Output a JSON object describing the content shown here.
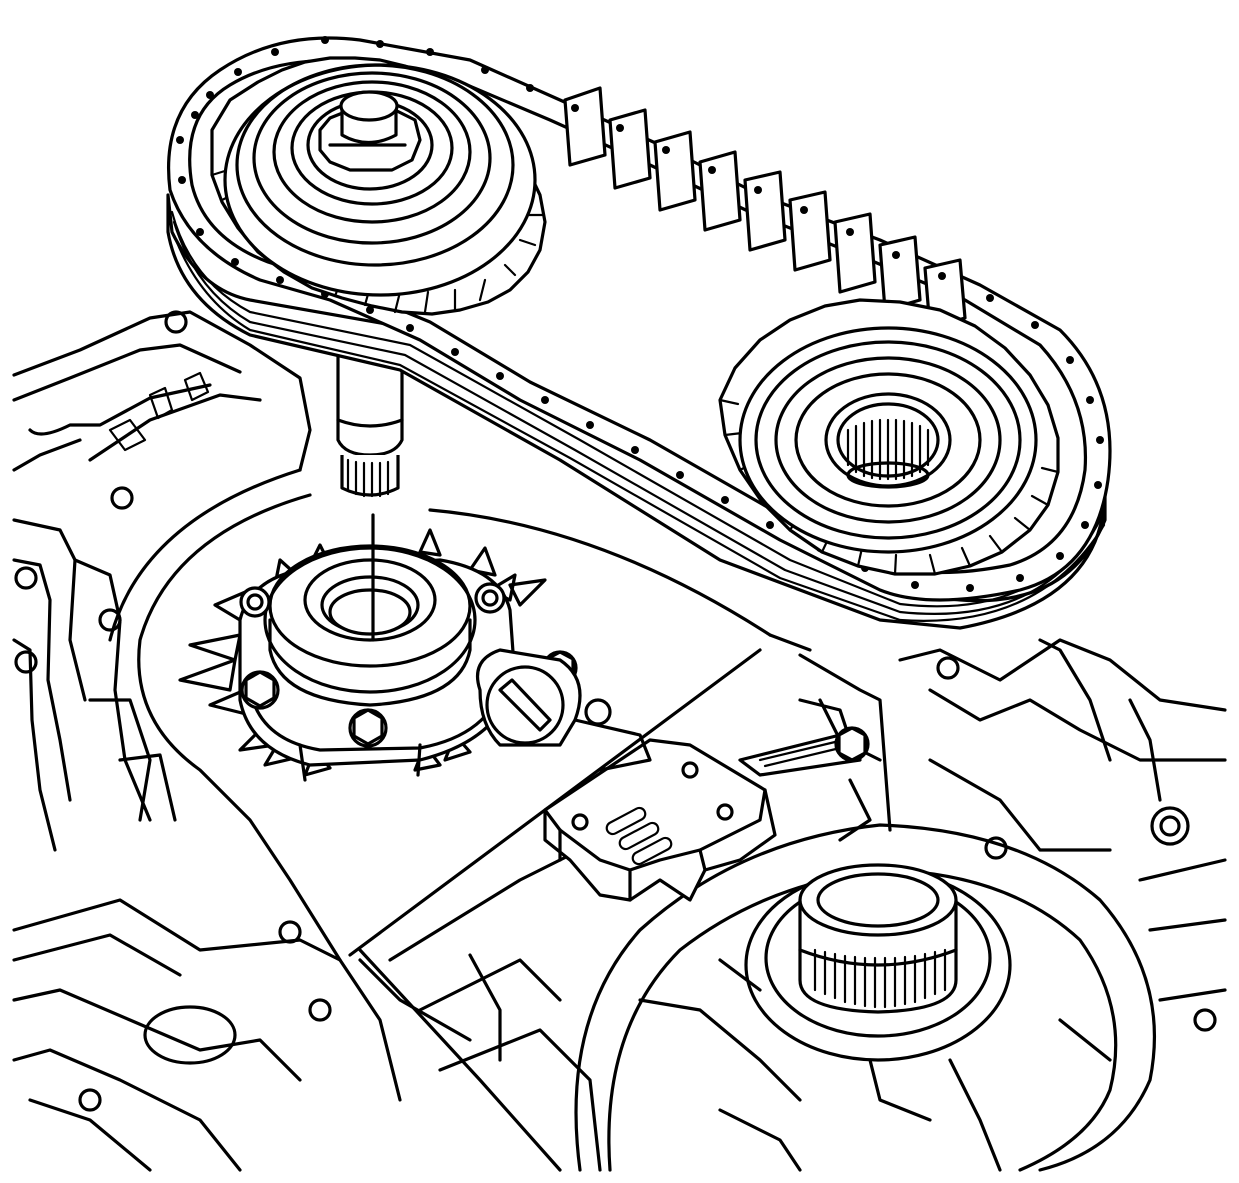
{
  "figure": {
    "style": "black-and-white technical line illustration",
    "components": [
      {
        "id": "drive-chain",
        "icon": "chain-loop-icon"
      },
      {
        "id": "drive-sprocket",
        "icon": "sprocket-icon"
      },
      {
        "id": "driven-sprocket",
        "icon": "splined-sprocket-icon"
      },
      {
        "id": "sprocket-shaft",
        "icon": "splined-shaft-icon"
      },
      {
        "id": "oil-pump-assembly",
        "icon": "pump-bolt-icon"
      },
      {
        "id": "transfer-case-housing",
        "icon": "housing-icon"
      },
      {
        "id": "output-shaft-bearing",
        "icon": "bearing-icon"
      },
      {
        "id": "shift-fork-bracket",
        "icon": "bracket-icon"
      }
    ],
    "colors": {
      "line": "#000000",
      "background": "#ffffff"
    }
  }
}
